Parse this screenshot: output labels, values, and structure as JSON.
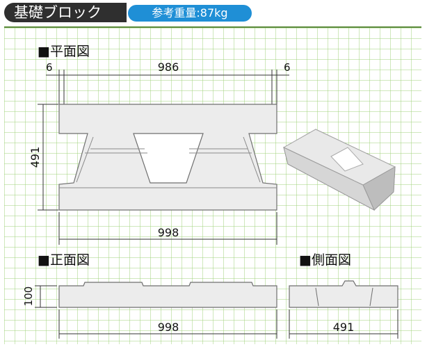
{
  "header": {
    "title": "基礎ブロック",
    "weight_label": "参考重量:87kg"
  },
  "plan_view": {
    "title": "■平面図",
    "dim_left_margin": "6",
    "dim_top": "986",
    "dim_right_margin": "6",
    "dim_height": "491",
    "dim_bottom": "998"
  },
  "front_view": {
    "title": "■正面図",
    "dim_height": "100",
    "dim_width": "998"
  },
  "side_view": {
    "title": "■側面図",
    "dim_width": "491"
  },
  "colors": {
    "grid": "#9fd27a",
    "block_fill": "#ececec",
    "block_stroke": "#6f6f6f",
    "accent_blue": "#1f8fd6"
  }
}
